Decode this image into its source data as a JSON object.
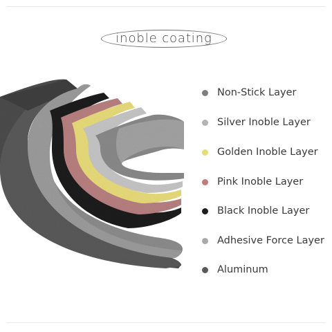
{
  "title": "inoble coating",
  "layers": [
    {
      "label": "Non-Stick Layer",
      "color": "#7d7d7d",
      "icon": "dot-icon"
    },
    {
      "label": "Silver Inoble Layer",
      "color": "#b4b4b4",
      "icon": "dot-icon"
    },
    {
      "label": "Golden Inoble Layer",
      "color": "#e6dc78",
      "icon": "dot-icon"
    },
    {
      "label": "Pink Inoble Layer",
      "color": "#c07c7c",
      "icon": "dot-icon"
    },
    {
      "label": "Black Inoble Layer",
      "color": "#1c1c1c",
      "icon": "dot-icon"
    },
    {
      "label": "Adhesive Force Layer",
      "color": "#a9a9a9",
      "icon": "dot-icon"
    },
    {
      "label": "Aluminum",
      "color": "#595959",
      "icon": "dot-icon"
    }
  ]
}
